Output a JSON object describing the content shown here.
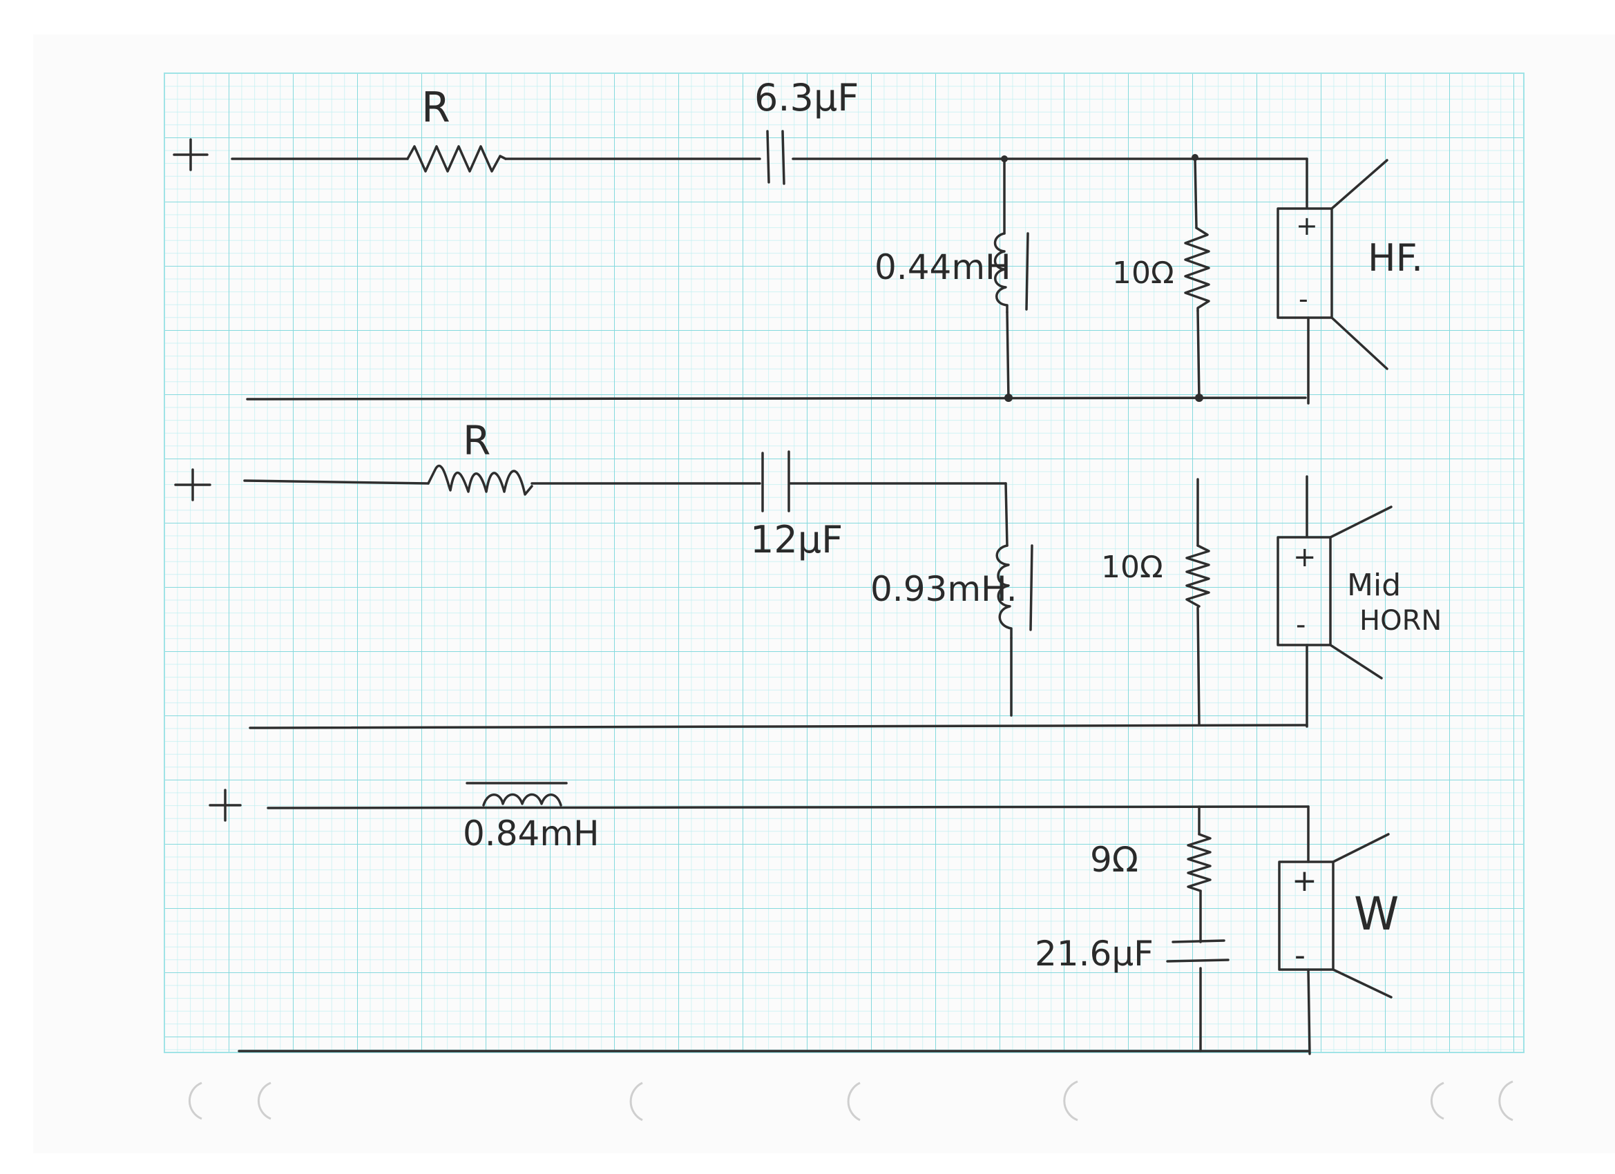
{
  "colors": {
    "paper": "#fbfbfb",
    "grid_minor": "#bfeff1",
    "grid_major": "#7fd8dc",
    "ink": "#2e2e2e",
    "punch_hole": "#d0d0d0"
  },
  "terminals": {
    "hf_plus": "+",
    "mid_plus": "+",
    "woofer_plus": "+"
  },
  "hf_branch": {
    "series_resistor": "R",
    "series_capacitor": "6.3μF",
    "shunt_inductor": "0.44mH",
    "shunt_resistor": "10Ω",
    "driver_plus": "+",
    "driver_minus": "-",
    "driver_label": "HF."
  },
  "mid_branch": {
    "series_resistor": "R",
    "series_capacitor": "12μF",
    "shunt_inductor": "0.93mH.",
    "shunt_resistor": "10Ω",
    "driver_plus": "+",
    "driver_minus": "-",
    "driver_label_line1": "Mid",
    "driver_label_line2": "HORN"
  },
  "woofer_branch": {
    "series_inductor": "0.84mH",
    "shunt_resistor": "9Ω",
    "shunt_capacitor": "21.6μF",
    "driver_plus": "+",
    "driver_minus": "-",
    "driver_label": "W"
  }
}
